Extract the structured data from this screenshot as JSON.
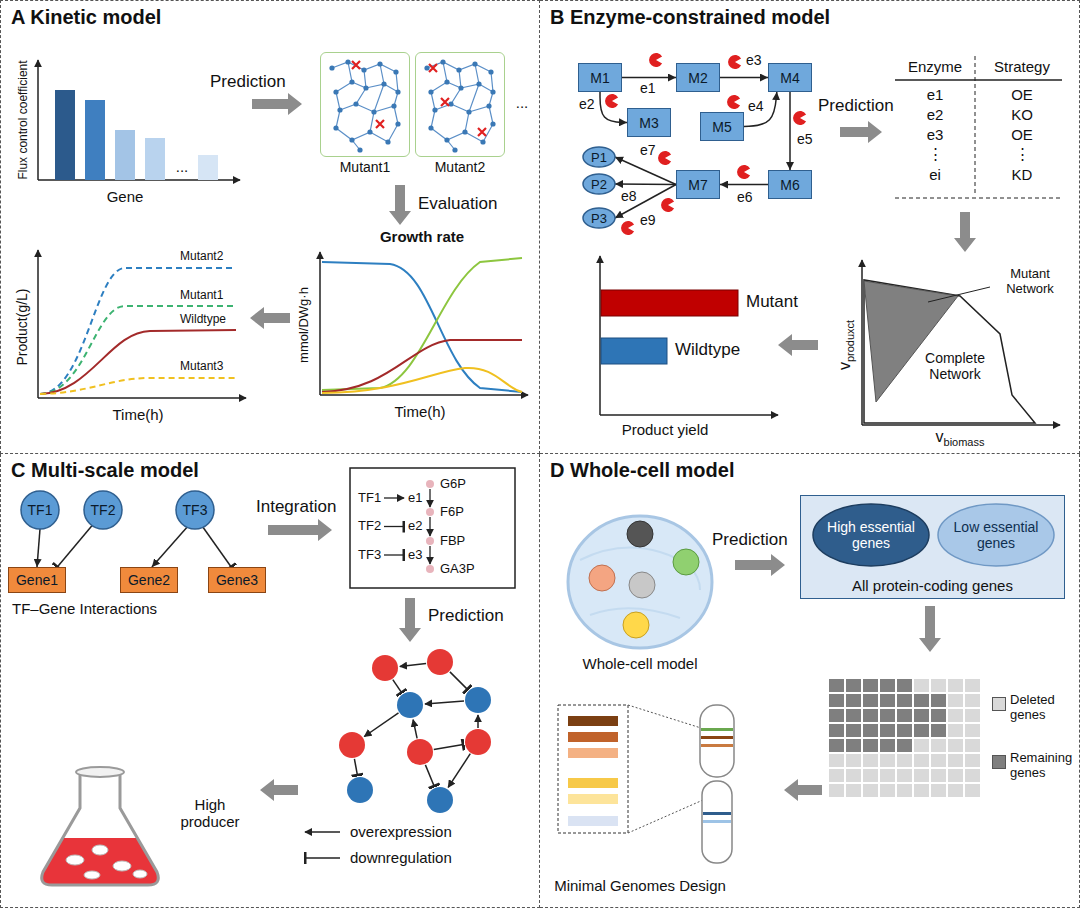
{
  "diagram": {
    "nodes": [
      {
        "text": [
          "A Kinetic model"
        ]
      },
      {
        "text": [
          "Mutant1"
        ],
        "in": 0
      },
      {
        "text": [
          "Mutant2"
        ],
        "in": 0
      },
      {
        "text": [
          "B Enzyme-constrained model"
        ]
      },
      {
        "text": [
          "M1"
        ],
        "in": 3
      },
      {
        "text": [
          "M2"
        ],
        "in": 3
      },
      {
        "text": [
          "M4"
        ],
        "in": 3
      },
      {
        "text": [
          "M3"
        ],
        "in": 3
      },
      {
        "text": [
          "M5"
        ],
        "in": 3
      },
      {
        "text": [
          "P1"
        ],
        "in": 3
      },
      {
        "text": [
          "M7"
        ],
        "in": 3
      },
      {
        "text": [
          "M6"
        ],
        "in": 3
      },
      {
        "text": [
          "P2"
        ],
        "in": 3
      },
      {
        "text": [
          "P3"
        ],
        "in": 3
      },
      {
        "text": [
          "C Multi-scale model"
        ]
      },
      {
        "text": [
          "TF1"
        ],
        "in": 14
      },
      {
        "text": [
          "TF2"
        ],
        "in": 14
      },
      {
        "text": [
          "TF3"
        ],
        "in": 14
      },
      {
        "text": [
          "Gene1"
        ],
        "in": 14
      },
      {
        "text": [
          "Gene2"
        ],
        "in": 14
      },
      {
        "text": [
          "Gene3"
        ],
        "in": 14
      },
      {
        "text": [
          "D Whole-cell model"
        ]
      },
      {
        "text": [
          "All protein-coding genes"
        ],
        "in": 21
      },
      {
        "text": [
          "High essential genes"
        ],
        "in": 22
      },
      {
        "text": [
          "Low essential genes"
        ],
        "in": 22
      }
    ],
    "edges": [
      {
        "from": 4,
        "to": 5,
        "arrow": "to",
        "label": "e1"
      },
      {
        "from": 4,
        "to": 7,
        "arrow": "to",
        "label": "e2"
      },
      {
        "from": 5,
        "to": 6,
        "arrow": "to",
        "label": "e3"
      },
      {
        "from": 8,
        "to": 6,
        "arrow": "to",
        "label": "e4"
      },
      {
        "from": 6,
        "to": 11,
        "arrow": "to",
        "label": "e5"
      },
      {
        "from": 11,
        "to": 10,
        "arrow": "to",
        "label": "e6"
      },
      {
        "from": 10,
        "to": 9,
        "arrow": "to",
        "label": "e7"
      },
      {
        "from": 10,
        "to": 12,
        "arrow": "to",
        "label": "e8"
      },
      {
        "from": 10,
        "to": 13,
        "arrow": "to",
        "label": "e9"
      },
      {
        "from": 15,
        "to": 18,
        "arrow": "to"
      },
      {
        "from": 16,
        "to": 18,
        "arrow": "to"
      },
      {
        "from": 17,
        "to": 19,
        "arrow": "to"
      },
      {
        "from": 17,
        "to": 20,
        "arrow": "to"
      }
    ],
    "labels": [
      "Flux control coefficient",
      "Gene",
      "...",
      "Prediction",
      "...",
      "Evaluation",
      "Growth rate",
      "mmol/DWg·h",
      "Time(h)",
      "Product(g/L)",
      "Time(h)",
      "Mutant2",
      "Mutant1",
      "Wildtype",
      "Mutant3",
      "Enzyme",
      "Strategy",
      "e1",
      "OE",
      "e2",
      "KO",
      "e3",
      "OE",
      "⋮",
      "⋮",
      "ei",
      "KD",
      "Prediction",
      "Mutant Network",
      "Complete Network",
      "v",
      "produxct",
      "v",
      "biomass",
      "Mutant",
      "Wildtype",
      "Product yield",
      "TF–Gene Interactions",
      "Integration",
      "TF1",
      "e1",
      "G6P",
      "F6P",
      "TF2",
      "e2",
      "FBP",
      "TF3",
      "e3",
      "GA3P",
      "Prediction",
      "High producer",
      "Whole-cell model",
      "Prediction",
      "Minimal Genomes Design"
    ],
    "legend": [
      {
        "text": "overexpression"
      },
      {
        "text": "downregulation"
      },
      {
        "text": "Deleted genes",
        "color": "#d9d9d9"
      },
      {
        "text": "Remaining genes",
        "color": "#7f7f7f"
      }
    ]
  }
}
